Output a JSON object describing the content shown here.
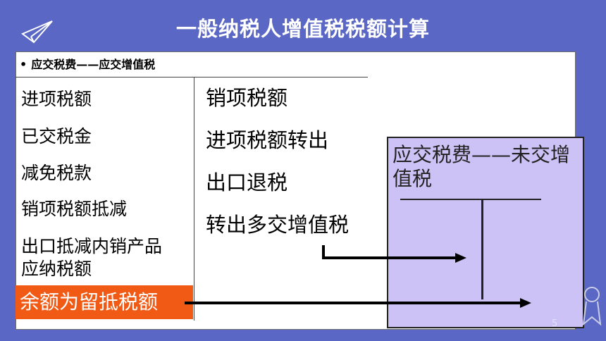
{
  "slide": {
    "title": "一般纳税人增值税税额计算",
    "page_number": "5"
  },
  "account": {
    "title": "应交税费——应交增值税",
    "debit_items": [
      "进项税额",
      "已交税金",
      "减免税款",
      "销项税额抵减",
      "出口抵减内销产品",
      "应纳税额"
    ],
    "credit_items": [
      "销项税额",
      "进项税额转出",
      "出口退税",
      "转出多交增值税"
    ],
    "balance_note": "余额为留抵税额"
  },
  "target_account": {
    "title": "应交税费——未交增值税"
  },
  "colors": {
    "background": "#5b67c4",
    "highlight": "#f05a14",
    "target_box": "#ccc2f6"
  }
}
